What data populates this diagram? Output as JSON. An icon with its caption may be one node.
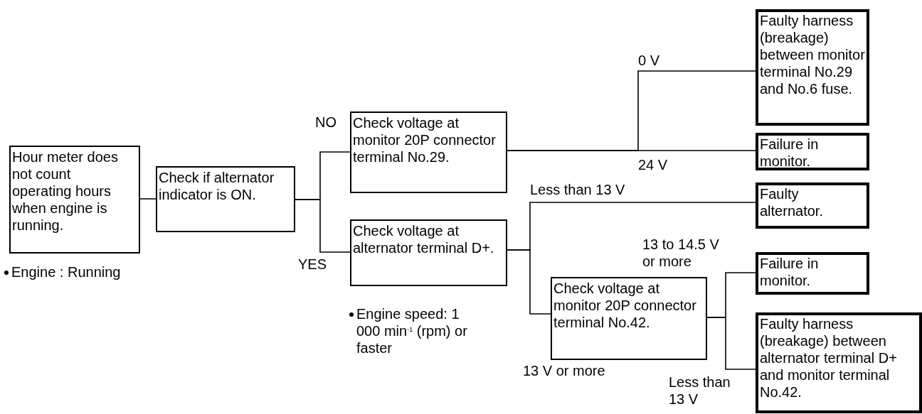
{
  "diagram": {
    "nodes": [
      {
        "text": [
          "Hour meter does not count operating hours when engine is running."
        ],
        "beside": [
          "Engine : Running"
        ]
      },
      {
        "text": [
          "Check if alternator indicator is ON."
        ]
      },
      {
        "text": [
          "Check voltage at monitor 20P connector terminal No.29."
        ]
      },
      {
        "text": [
          "Check voltage at alternator terminal D+."
        ],
        "beside": [
          "Engine speed: 1 000 min$^{-1}$ (rpm) or faster"
        ]
      },
      {
        "text": [
          "Faulty harness (breakage) between monitor terminal No.29 and No.6 fuse."
        ]
      },
      {
        "text": [
          "Failure in monitor."
        ]
      },
      {
        "text": [
          "Faulty alternator."
        ]
      },
      {
        "text": [
          "Check voltage at monitor 20P connector terminal No.42."
        ]
      },
      {
        "text": [
          "Failure in monitor."
        ]
      },
      {
        "text": [
          "Faulty harness (breakage) between alternator terminal D+ and monitor terminal No.42."
        ]
      }
    ],
    "edges": [
      {
        "from": 0,
        "to": 1,
        "arrow": "none"
      },
      {
        "from": 1,
        "to": 2,
        "arrow": "none",
        "label": "NO"
      },
      {
        "from": 1,
        "to": 3,
        "arrow": "none",
        "label": "YES"
      },
      {
        "from": 2,
        "to": 4,
        "arrow": "none",
        "label": "0 V"
      },
      {
        "from": 2,
        "to": 5,
        "arrow": "none",
        "label": "24 V"
      },
      {
        "from": 3,
        "to": 6,
        "arrow": "none",
        "label": "Less than 13 V"
      },
      {
        "from": 3,
        "to": 7,
        "arrow": "none",
        "label": "13 V or more"
      },
      {
        "from": 7,
        "to": 8,
        "arrow": "none",
        "label": "13 to 14.5 V or more"
      },
      {
        "from": 7,
        "to": 9,
        "arrow": "none",
        "label": "Less than 13 V"
      }
    ]
  }
}
